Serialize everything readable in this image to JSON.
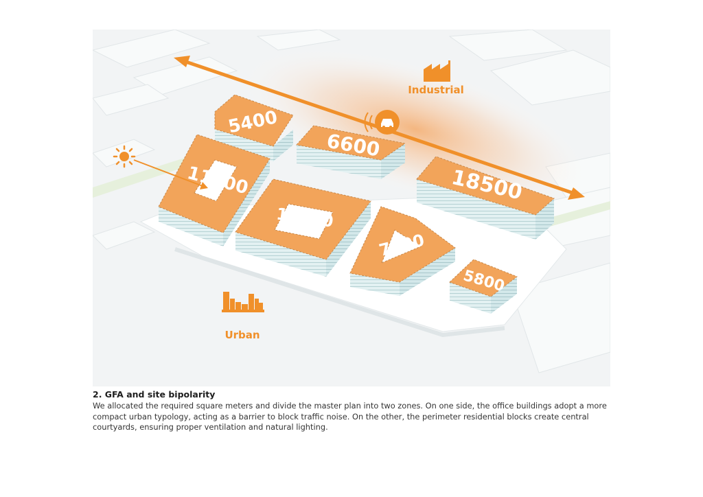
{
  "diagram": {
    "zones": {
      "industrial": "Industrial",
      "urban": "Urban"
    },
    "blocks": [
      {
        "id": "block-5400",
        "gfa": "5400"
      },
      {
        "id": "block-6600",
        "gfa": "6600"
      },
      {
        "id": "block-11000",
        "gfa": "11000"
      },
      {
        "id": "block-12700",
        "gfa": "12700"
      },
      {
        "id": "block-7400",
        "gfa": "7400"
      },
      {
        "id": "block-5800",
        "gfa": "5800"
      },
      {
        "id": "block-18500",
        "gfa": "18500"
      }
    ],
    "icons": [
      "factory-icon",
      "sun-icon",
      "car-noise-icon",
      "city-icon"
    ],
    "colors": {
      "accent": "#f0902a",
      "block_top": "#f2a45a",
      "facade": "#dbeef0"
    }
  },
  "caption": {
    "title": "2. GFA and site bipolarity",
    "body": "We allocated the required square meters and divide the master plan into two zones. On one side, the office buildings adopt a more compact urban typology, acting as a barrier to block traffic noise. On the other, the perimeter residential blocks create central courtyards, ensuring proper ventilation and natural lighting."
  }
}
